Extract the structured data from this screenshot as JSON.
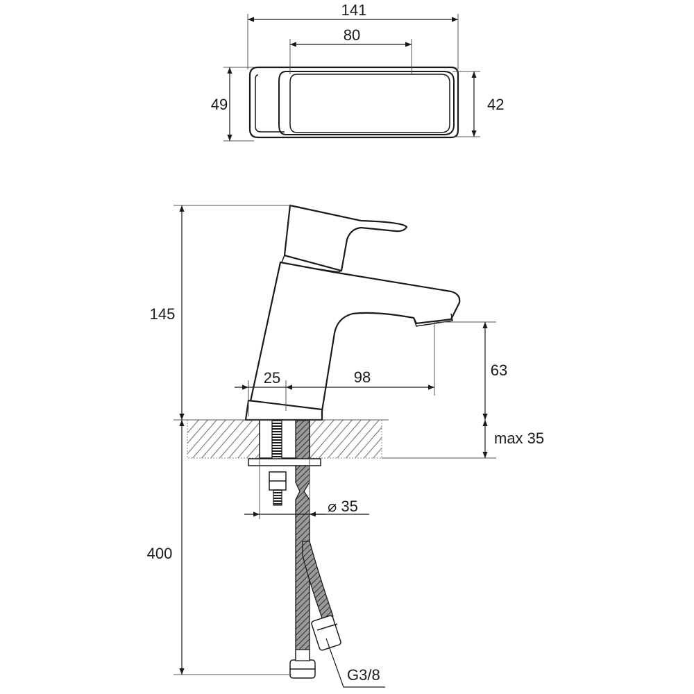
{
  "top_view": {
    "overall_width": "141",
    "lever_width": "80",
    "base_depth": "49",
    "lever_depth": "42"
  },
  "side_view": {
    "height": "145",
    "spout_height": "63",
    "base_offset": "25",
    "spout_reach": "98",
    "counter_thickness": "max 35",
    "hole_diameter": "⌀ 35",
    "hose_length": "400",
    "thread": "G3/8"
  },
  "colors": {
    "line": "#1a1a1a",
    "hatch": "#777777",
    "background": "#ffffff"
  }
}
